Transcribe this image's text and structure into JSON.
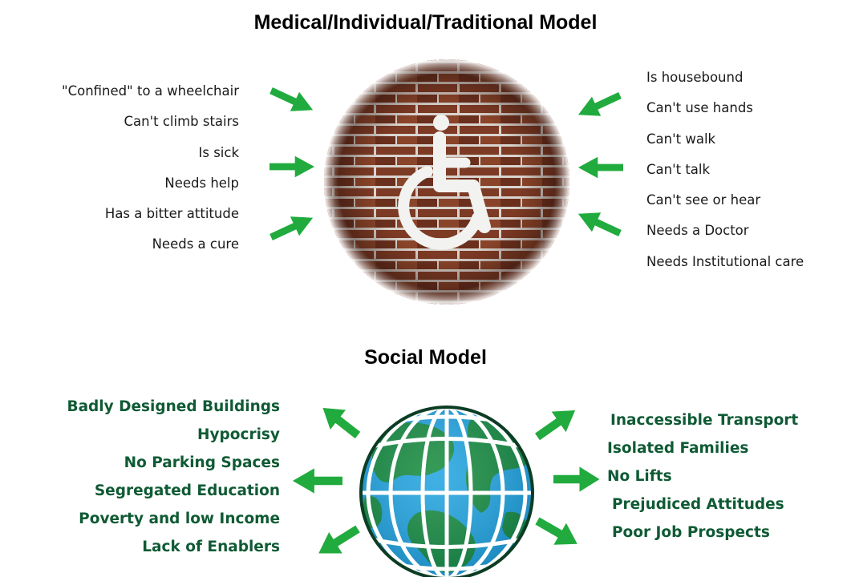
{
  "medical_model": {
    "title": "Medical/Individual/Traditional Model",
    "left_items": [
      "\"Confined\" to a wheelchair",
      "Can't climb stairs",
      "Is sick",
      "Needs help",
      "Has a bitter attitude",
      "Needs a cure"
    ],
    "right_items": [
      "Is housebound",
      "Can't use hands",
      "Can't walk",
      "Can't talk",
      "Can't see or hear",
      "Needs a Doctor",
      "Needs Institutional care"
    ]
  },
  "social_model": {
    "title": "Social Model",
    "left_items": [
      "Badly Designed Buildings",
      "Hypocrisy",
      "No Parking Spaces",
      "Segregated Education",
      "Poverty and low Income",
      "Lack of Enablers"
    ],
    "right_items": [
      "Inaccessible Transport",
      "Isolated Families",
      "No Lifts",
      "Prejudiced Attitudes",
      "Poor Job Prospects"
    ]
  },
  "colors": {
    "arrow_green": "#21ab3e",
    "social_text_green": "#0f5a34",
    "brick": "#7a3a24",
    "globe_ocean": "#1fa3e0",
    "globe_land": "#148a3a"
  },
  "icons": [
    "wheelchair-icon",
    "globe-icon",
    "arrow-icon"
  ]
}
